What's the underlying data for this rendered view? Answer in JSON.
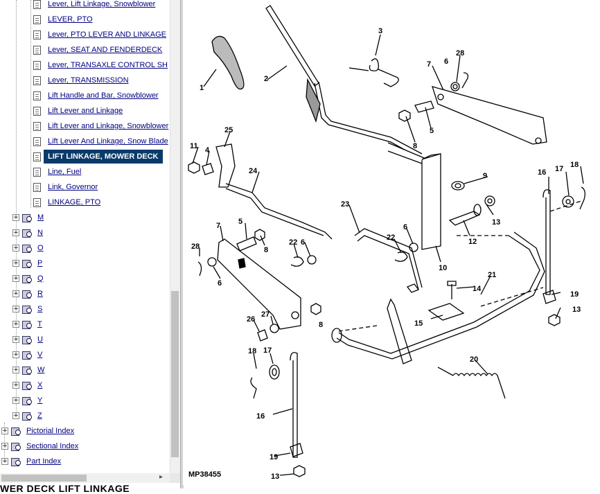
{
  "tree": {
    "docs": [
      {
        "label": "Lever, Lift Linkage, Snowblower"
      },
      {
        "label": "LEVER, PTO"
      },
      {
        "label": "Lever, PTO LEVER AND LINKAGE"
      },
      {
        "label": "Lever, SEAT AND FENDERDECK"
      },
      {
        "label": "Lever, TRANSAXLE CONTROL SH"
      },
      {
        "label": "Lever, TRANSMISSION"
      },
      {
        "label": "Lift Handle and Bar, Snowblower"
      },
      {
        "label": "Lift Lever and Linkage"
      },
      {
        "label": "Lift Lever and Linkage, Snowblower"
      },
      {
        "label": "Lift Lever And Linkage, Snow Blade"
      },
      {
        "label": "LIFT LINKAGE, MOWER DECK"
      },
      {
        "label": "Line, Fuel"
      },
      {
        "label": "Link, Governor"
      },
      {
        "label": "LINKAGE, PTO"
      }
    ],
    "letters": [
      "M",
      "N",
      "O",
      "P",
      "Q",
      "R",
      "S",
      "T",
      "U",
      "V",
      "W",
      "X",
      "Y",
      "Z"
    ],
    "indexes": [
      "Pictorial Index",
      "Sectional Index",
      "Part Index"
    ]
  },
  "diagram": {
    "id": "MP38455",
    "callouts": [
      "1",
      "2",
      "3",
      "28",
      "6",
      "7",
      "5",
      "8",
      "11",
      "4",
      "25",
      "24",
      "9",
      "16",
      "17",
      "18",
      "13",
      "12",
      "23",
      "5",
      "6",
      "22",
      "7",
      "8",
      "28",
      "6",
      "10",
      "14",
      "21",
      "19",
      "13",
      "15",
      "27",
      "26",
      "8",
      "18",
      "17",
      "20",
      "16",
      "19",
      "13",
      "22",
      "6"
    ]
  },
  "page_title_partial": "WER DECK LIFT LINKAGE"
}
